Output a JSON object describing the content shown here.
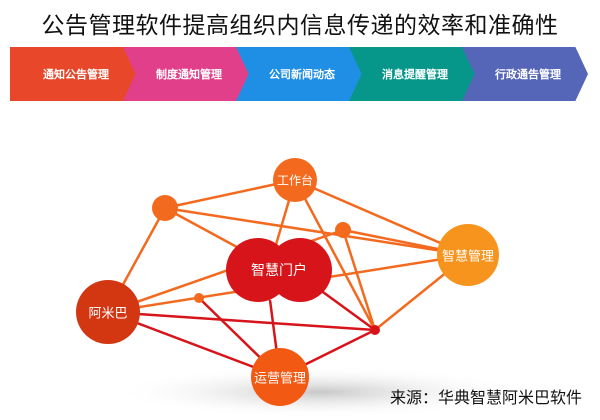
{
  "title": "公告管理软件提高组织内信息传递的效率和准确性",
  "steps": [
    {
      "label": "通知公告管理",
      "color": "#e8472a"
    },
    {
      "label": "制度通知管理",
      "color": "#e23f8a"
    },
    {
      "label": "公司新闻动态",
      "color": "#1f8fe6"
    },
    {
      "label": "消息提醒管理",
      "color": "#07978a"
    },
    {
      "label": "行政通告管理",
      "color": "#5565b8"
    }
  ],
  "nodes": {
    "workbench": {
      "label": "工作台",
      "color": "#f36a1f"
    },
    "smart_mgmt": {
      "label": "智慧管理",
      "color": "#f7941d"
    },
    "portal": {
      "label": "智慧门户",
      "color": "#d7141a"
    },
    "alibaba": {
      "label": "阿米巴",
      "color": "#d23712"
    },
    "operations": {
      "label": "运营管理",
      "color": "#f25a14"
    }
  },
  "source": "来源：华典智慧阿米巴软件"
}
